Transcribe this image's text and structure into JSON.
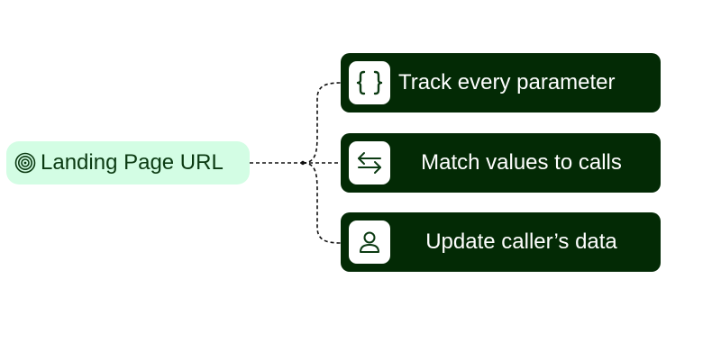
{
  "source": {
    "label": "Landing Page URL",
    "icon": "target-icon"
  },
  "items": [
    {
      "label": "Track every parameter",
      "icon": "braces-icon"
    },
    {
      "label": "Match values to calls",
      "icon": "arrows-exchange-icon"
    },
    {
      "label": "Update caller’s data",
      "icon": "user-icon"
    }
  ],
  "colors": {
    "source_bg": "#d3fde4",
    "card_bg": "#032a05",
    "icon_bg": "#ffffff",
    "icon_stroke": "#0b3a12",
    "connector": "#111111"
  }
}
